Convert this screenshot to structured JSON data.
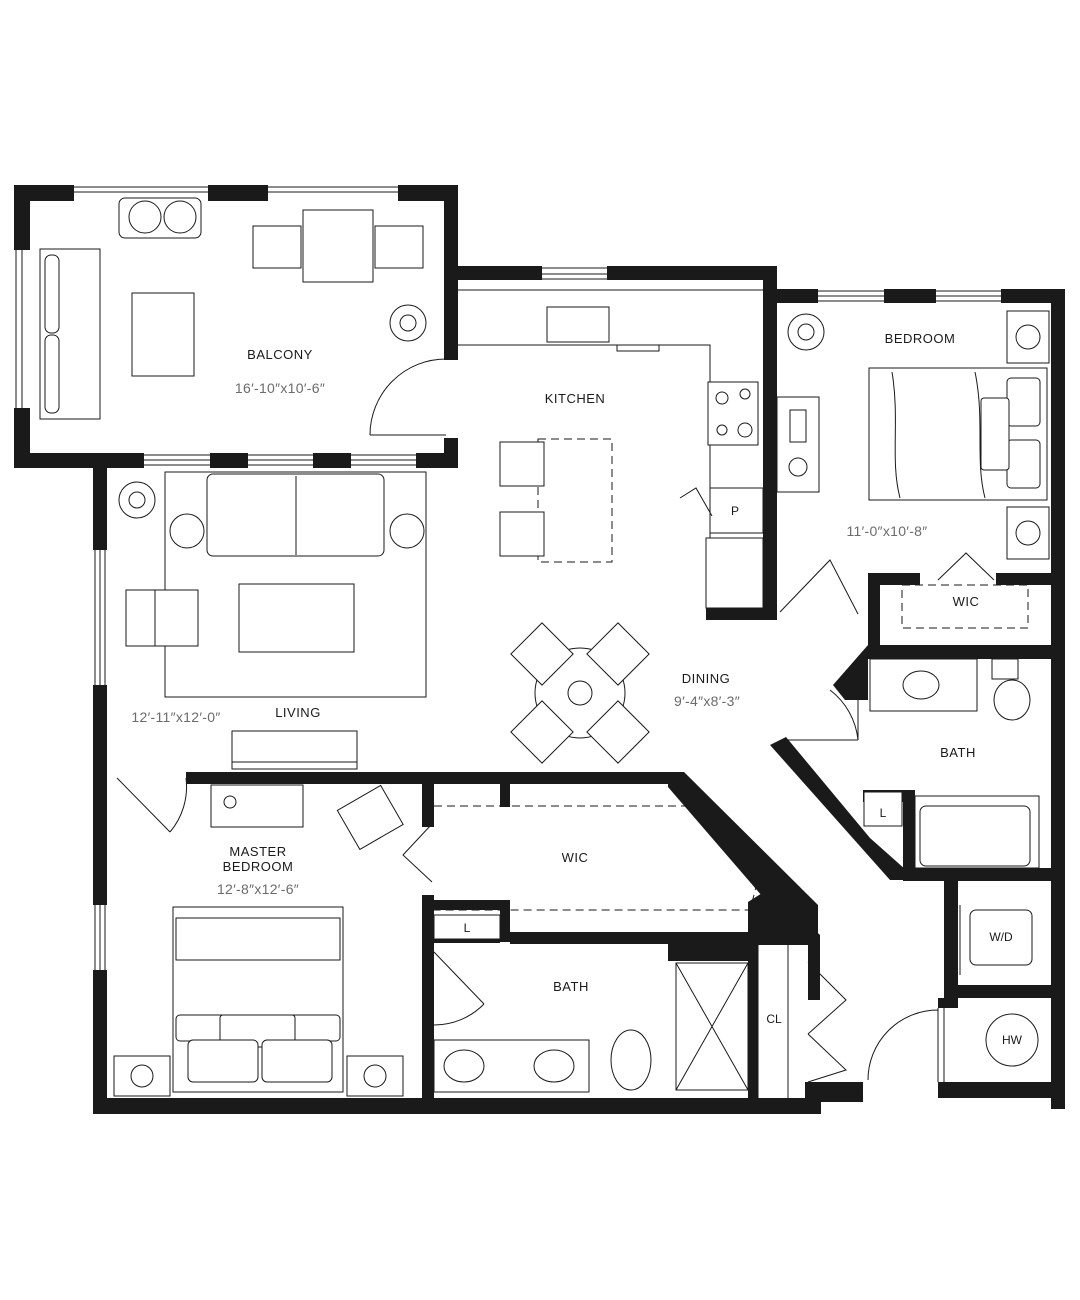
{
  "rooms": {
    "balcony": {
      "name": "BALCONY",
      "size": "16′-10″x10′-6″"
    },
    "kitchen": {
      "name": "KITCHEN"
    },
    "bedroom": {
      "name": "BEDROOM",
      "size": "11′-0″x10′-8″"
    },
    "living": {
      "name": "LIVING",
      "size": "12′-11″x12′-0″"
    },
    "dining": {
      "name": "DINING",
      "size": "9′-4″x8′-3″"
    },
    "wic_bedroom": {
      "name": "WIC"
    },
    "bath_bedroom": {
      "name": "BATH"
    },
    "master_bedroom": {
      "name_line1": "MASTER",
      "name_line2": "BEDROOM",
      "size": "12′-8″x12′-6″"
    },
    "wic_master": {
      "name": "WIC"
    },
    "bath_master": {
      "name": "BATH"
    }
  },
  "fixtures": {
    "pantry": "P",
    "linen_bath": "L",
    "linen_master": "L",
    "washer_dryer": "W/D",
    "hot_water": "HW",
    "closet": "CL"
  }
}
